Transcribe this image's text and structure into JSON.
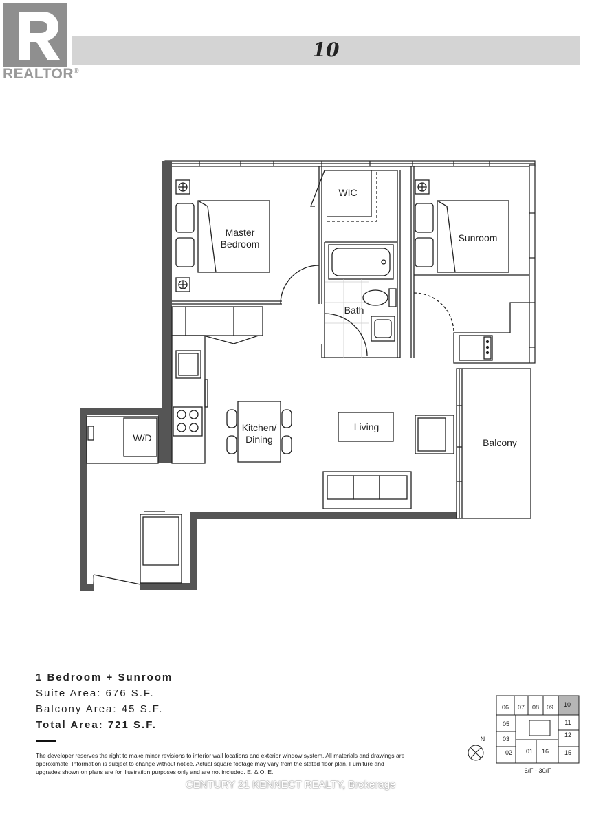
{
  "branding": {
    "logo_text": "REALTOR",
    "logo_mark": "®",
    "logo_color": "#8f8f8f"
  },
  "header": {
    "unit_number": "10"
  },
  "floorplan": {
    "rooms": {
      "wic": "WIC",
      "master_line1": "Master",
      "master_line2": "Bedroom",
      "sunroom": "Sunroom",
      "bath": "Bath",
      "kitchen_line1": "Kitchen/",
      "kitchen_line2": "Dining",
      "living": "Living",
      "balcony": "Balcony",
      "wd": "W/D"
    }
  },
  "summary": {
    "type": "1 Bedroom + Sunroom",
    "suite_area": "Suite Area: 676 S.F.",
    "balcony_area": "Balcony Area: 45 S.F.",
    "total_area": "Total Area: 721 S.F."
  },
  "disclaimer": "The developer reserves the right to make minor revisions to interior wall locations and exterior window system. All materials and drawings are approximate. Information is subject to change without notice. Actual square footage may vary from the stated floor plan. Furniture and upgrades shown on plans are for illustration purposes only and are not included. E. & O. E.",
  "watermark": "CENTURY 21 KENNECT REALTY, Brokerage",
  "keyplan": {
    "compass": "N",
    "units": [
      "06",
      "07",
      "08",
      "09",
      "10",
      "11",
      "05",
      "03",
      "12",
      "01",
      "16",
      "02",
      "15"
    ],
    "highlighted": "10",
    "floors": "6/F - 30/F"
  }
}
